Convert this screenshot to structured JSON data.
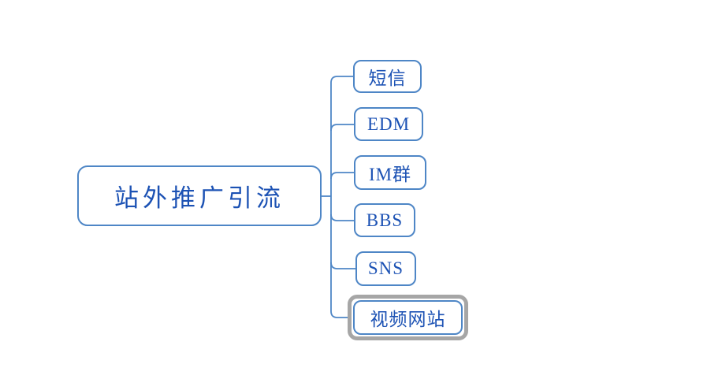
{
  "app": {
    "type": "mindmap",
    "background_color": "#ffffff"
  },
  "colors": {
    "node_border": "#4e86c6",
    "connector_line": "#4e86c6",
    "node_text": "#1c52b4",
    "selection_ring": "#a6a6a6"
  },
  "mindmap": {
    "root": {
      "label": "站外推广引流",
      "selected": false
    },
    "children": [
      {
        "label": "短信",
        "selected": false
      },
      {
        "label": "EDM",
        "selected": false
      },
      {
        "label": "IM群",
        "selected": false
      },
      {
        "label": "BBS",
        "selected": false
      },
      {
        "label": "SNS",
        "selected": false
      },
      {
        "label": "视频网站",
        "selected": true
      }
    ]
  }
}
